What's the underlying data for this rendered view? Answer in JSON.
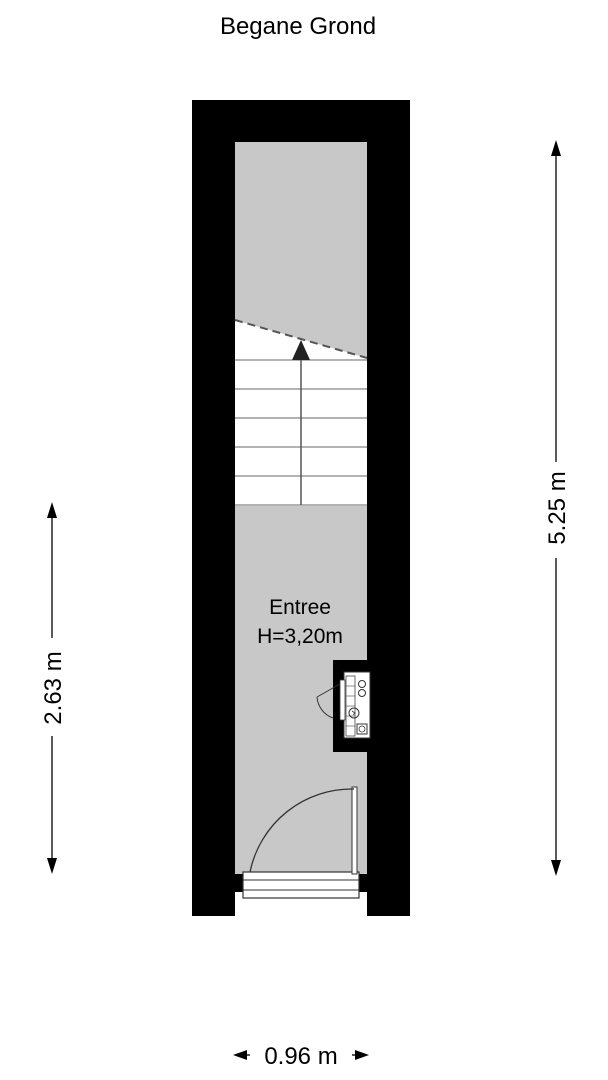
{
  "floor": {
    "title": "Begane Grond"
  },
  "room": {
    "name": "Entree",
    "height": "H=3,20m"
  },
  "dimensions": {
    "total_length": "5.25 m",
    "room_length": "2.63 m",
    "width": "0.96 m"
  },
  "colors": {
    "wall": "#000000",
    "floor": "#c8c8c8",
    "stairs": "#ffffff",
    "line": "#555555"
  },
  "icons": [
    "stair-arrow-icon",
    "door-swing-icon",
    "meter-cupboard-icon"
  ]
}
